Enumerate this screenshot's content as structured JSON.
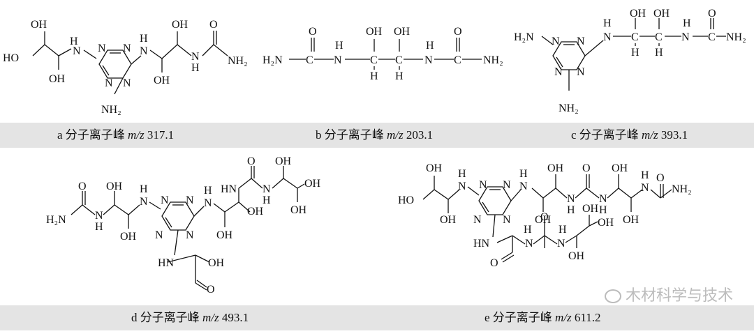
{
  "panels": [
    {
      "letter": "a",
      "label": "分子离子峰",
      "mz_symbol": "m/z",
      "mz_value": "317.1"
    },
    {
      "letter": "b",
      "label": "分子离子峰",
      "mz_symbol": "m/z",
      "mz_value": "203.1"
    },
    {
      "letter": "c",
      "label": "分子离子峰",
      "mz_symbol": "m/z",
      "mz_value": "393.1"
    },
    {
      "letter": "d",
      "label": "分子离子峰",
      "mz_symbol": "m/z",
      "mz_value": "493.1"
    },
    {
      "letter": "e",
      "label": "分子离子峰",
      "mz_symbol": "m/z",
      "mz_value": "611.2"
    }
  ],
  "atoms": {
    "oh": "OH",
    "ho": "HO",
    "n": "N",
    "h": "H",
    "nh": "NH",
    "hn": "HN",
    "nh2": "NH₂",
    "h2n": "H₂N",
    "o": "O",
    "c": "C"
  },
  "watermark": "木材科学与技术",
  "colors": {
    "caption_bar": "#e4e4e4",
    "ink": "#111111",
    "watermark": "#bcbcbc"
  }
}
